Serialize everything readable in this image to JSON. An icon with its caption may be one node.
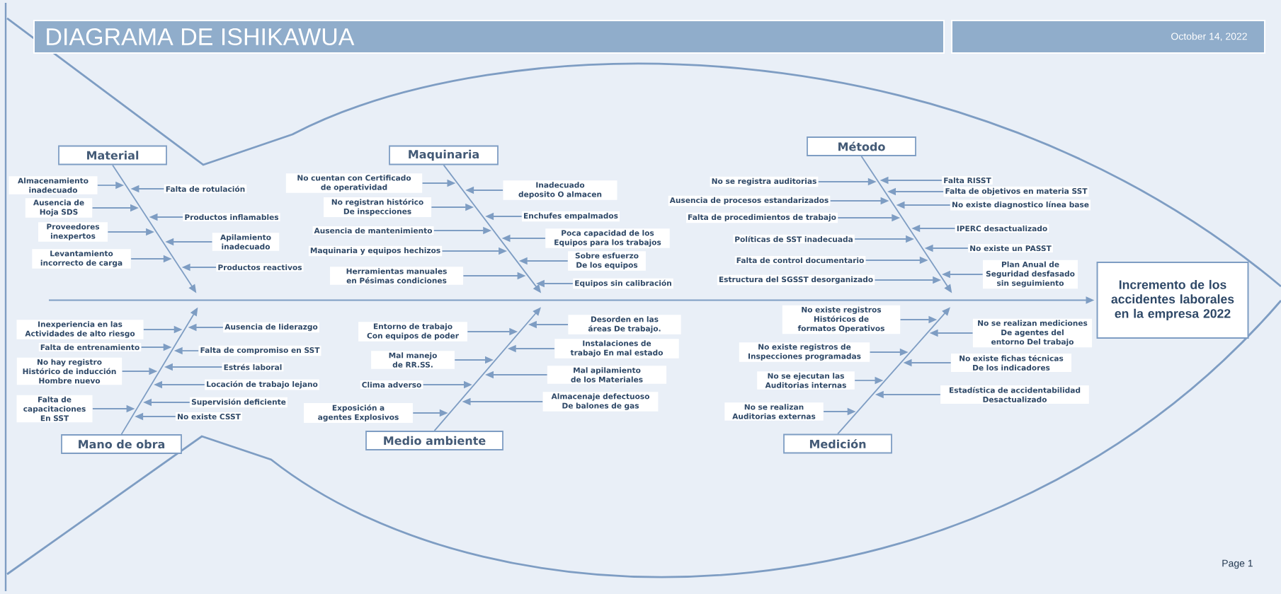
{
  "diagram": {
    "title": "DIAGRAMA DE ISHIKAWUA",
    "nodes": [
      {
        "text": [
          "Material"
        ]
      },
      {
        "text": [
          "Almacenamiento inadecuado"
        ]
      },
      {
        "text": [
          "Falta de rotulación"
        ]
      },
      {
        "text": [
          "Ausencia de Hoja SDS"
        ]
      },
      {
        "text": [
          "Productos inflamables"
        ]
      },
      {
        "text": [
          "Proveedores inexpertos"
        ]
      },
      {
        "text": [
          "Apilamiento inadecuado"
        ]
      },
      {
        "text": [
          "Levantamiento incorrecto de carga"
        ]
      },
      {
        "text": [
          "Productos reactivos"
        ]
      },
      {
        "text": [
          "Maquinaria"
        ]
      },
      {
        "text": [
          "No cuentan con Certificado de operatividad"
        ]
      },
      {
        "text": [
          "Inadecuado deposito O almacen"
        ]
      },
      {
        "text": [
          "No registran histórico De inspecciones"
        ]
      },
      {
        "text": [
          "Enchufes empalmados"
        ]
      },
      {
        "text": [
          "Ausencia de mantenimiento"
        ]
      },
      {
        "text": [
          "Poca capacidad de los Equipos para los trabajos"
        ]
      },
      {
        "text": [
          "Maquinaria y equipos hechizos"
        ]
      },
      {
        "text": [
          "Sobre esfuerzo De los equipos"
        ]
      },
      {
        "text": [
          "Herramientas manuales en Pésimas condiciones"
        ]
      },
      {
        "text": [
          "Equipos sin calibración"
        ]
      },
      {
        "text": [
          "Método"
        ]
      },
      {
        "text": [
          "Falta RISST"
        ]
      },
      {
        "text": [
          "No se registra auditorias"
        ]
      },
      {
        "text": [
          "Falta de objetivos en materia SST"
        ]
      },
      {
        "text": [
          "Ausencia de procesos estandarizados"
        ]
      },
      {
        "text": [
          "No existe diagnostico línea base"
        ]
      },
      {
        "text": [
          "Falta de procedimientos de trabajo"
        ]
      },
      {
        "text": [
          "IPERC desactualizado"
        ]
      },
      {
        "text": [
          "Políticas de SST inadecuada"
        ]
      },
      {
        "text": [
          "No existe un PASST"
        ]
      },
      {
        "text": [
          "Falta de control documentario"
        ]
      },
      {
        "text": [
          "Plan Anual de Seguridad desfasado sin seguimiento"
        ]
      },
      {
        "text": [
          "Estructura del SGSST desorganizado"
        ]
      },
      {
        "text": [
          "Mano de obra"
        ]
      },
      {
        "text": [
          "Inexperiencia en las Actividades de alto riesgo"
        ]
      },
      {
        "text": [
          "Ausencia de liderazgo"
        ]
      },
      {
        "text": [
          "Falta de entrenamiento"
        ]
      },
      {
        "text": [
          "Falta de compromiso en SST"
        ]
      },
      {
        "text": [
          "Estrés laboral"
        ]
      },
      {
        "text": [
          "No hay registro Histórico de inducción Hombre nuevo"
        ]
      },
      {
        "text": [
          "Locación de trabajo lejano"
        ]
      },
      {
        "text": [
          "Supervisión deficiente"
        ]
      },
      {
        "text": [
          "Falta de capacitaciones En SST"
        ]
      },
      {
        "text": [
          "No existe CSST"
        ]
      },
      {
        "text": [
          "Medio ambiente"
        ]
      },
      {
        "text": [
          "Desorden en las áreas De trabajo."
        ]
      },
      {
        "text": [
          "Entorno de trabajo Con equipos de poder"
        ]
      },
      {
        "text": [
          "Instalaciones de trabajo En mal estado"
        ]
      },
      {
        "text": [
          "Mal manejo de RR.SS."
        ]
      },
      {
        "text": [
          "Mal apilamiento de los Materiales"
        ]
      },
      {
        "text": [
          "Clima adverso"
        ]
      },
      {
        "text": [
          "Almacenaje defectuoso De balones de gas"
        ]
      },
      {
        "text": [
          "Exposición a agentes Explosivos"
        ]
      },
      {
        "text": [
          "Medición"
        ]
      },
      {
        "text": [
          "No existe registros Históricos de formatos Operativos"
        ]
      },
      {
        "text": [
          "No se realizan mediciones De agentes del entorno Del trabajo"
        ]
      },
      {
        "text": [
          "No existe registros de Inspecciones programadas"
        ]
      },
      {
        "text": [
          "No existe fichas técnicas De los indicadores"
        ]
      },
      {
        "text": [
          "No se ejecutan las Auditorias internas"
        ]
      },
      {
        "text": [
          "Estadística de accidentabilidad Desactualizado"
        ]
      },
      {
        "text": [
          "No se realizan Auditorias externas"
        ]
      },
      {
        "text": [
          "Incremento de los accidentes laborales en la empresa 2022"
        ]
      }
    ],
    "edges": [
      {
        "from": 0,
        "to": null,
        "arrow": "to"
      },
      {
        "from": 1,
        "to": null,
        "arrow": "to"
      },
      {
        "from": 2,
        "to": null,
        "arrow": "to"
      },
      {
        "from": 3,
        "to": null,
        "arrow": "to"
      },
      {
        "from": 4,
        "to": null,
        "arrow": "to"
      },
      {
        "from": 5,
        "to": null,
        "arrow": "to"
      },
      {
        "from": 6,
        "to": null,
        "arrow": "to"
      },
      {
        "from": 7,
        "to": null,
        "arrow": "to"
      },
      {
        "from": 8,
        "to": null,
        "arrow": "to"
      },
      {
        "from": 9,
        "to": null,
        "arrow": "to"
      },
      {
        "from": 10,
        "to": null,
        "arrow": "to"
      },
      {
        "from": 11,
        "to": null,
        "arrow": "to"
      },
      {
        "from": 12,
        "to": null,
        "arrow": "to"
      },
      {
        "from": 13,
        "to": null,
        "arrow": "to"
      },
      {
        "from": 14,
        "to": null,
        "arrow": "to"
      },
      {
        "from": 15,
        "to": null,
        "arrow": "to"
      },
      {
        "from": 16,
        "to": null,
        "arrow": "to"
      },
      {
        "from": 17,
        "to": null,
        "arrow": "to"
      },
      {
        "from": 18,
        "to": null,
        "arrow": "to"
      },
      {
        "from": 19,
        "to": null,
        "arrow": "to"
      },
      {
        "from": 20,
        "to": null,
        "arrow": "to"
      },
      {
        "from": 21,
        "to": null,
        "arrow": "to"
      },
      {
        "from": 22,
        "to": null,
        "arrow": "to"
      },
      {
        "from": 23,
        "to": null,
        "arrow": "to"
      },
      {
        "from": 24,
        "to": null,
        "arrow": "to"
      },
      {
        "from": 25,
        "to": null,
        "arrow": "to"
      },
      {
        "from": 26,
        "to": null,
        "arrow": "to"
      },
      {
        "from": 27,
        "to": null,
        "arrow": "to"
      },
      {
        "from": 28,
        "to": null,
        "arrow": "to"
      },
      {
        "from": 29,
        "to": null,
        "arrow": "to"
      },
      {
        "from": 30,
        "to": null,
        "arrow": "to"
      },
      {
        "from": 31,
        "to": null,
        "arrow": "to"
      },
      {
        "from": 32,
        "to": null,
        "arrow": "to"
      },
      {
        "from": 33,
        "to": null,
        "arrow": "to"
      },
      {
        "from": 34,
        "to": null,
        "arrow": "to"
      },
      {
        "from": 35,
        "to": null,
        "arrow": "to"
      },
      {
        "from": 36,
        "to": null,
        "arrow": "to"
      },
      {
        "from": 37,
        "to": null,
        "arrow": "to"
      },
      {
        "from": 38,
        "to": null,
        "arrow": "to"
      },
      {
        "from": 39,
        "to": null,
        "arrow": "to"
      },
      {
        "from": 40,
        "to": null,
        "arrow": "to"
      },
      {
        "from": 41,
        "to": null,
        "arrow": "to"
      },
      {
        "from": 42,
        "to": null,
        "arrow": "to"
      },
      {
        "from": 43,
        "to": null,
        "arrow": "to"
      },
      {
        "from": 44,
        "to": null,
        "arrow": "to"
      },
      {
        "from": 45,
        "to": null,
        "arrow": "to"
      },
      {
        "from": 46,
        "to": null,
        "arrow": "to"
      },
      {
        "from": 47,
        "to": null,
        "arrow": "to"
      },
      {
        "from": 48,
        "to": null,
        "arrow": "to"
      },
      {
        "from": 49,
        "to": null,
        "arrow": "to"
      },
      {
        "from": 50,
        "to": null,
        "arrow": "to"
      },
      {
        "from": 51,
        "to": null,
        "arrow": "to"
      },
      {
        "from": 52,
        "to": null,
        "arrow": "to"
      },
      {
        "from": 53,
        "to": null,
        "arrow": "to"
      },
      {
        "from": 54,
        "to": null,
        "arrow": "to"
      },
      {
        "from": 55,
        "to": null,
        "arrow": "to"
      },
      {
        "from": 56,
        "to": null,
        "arrow": "to"
      },
      {
        "from": 57,
        "to": null,
        "arrow": "to"
      },
      {
        "from": 58,
        "to": null,
        "arrow": "to"
      },
      {
        "from": 59,
        "to": null,
        "arrow": "to"
      },
      {
        "from": 60,
        "to": null,
        "arrow": "to"
      },
      {
        "from": null,
        "to": 61,
        "arrow": "to"
      }
    ],
    "labels": [
      "October 14, 2022",
      "Page 1"
    ]
  }
}
